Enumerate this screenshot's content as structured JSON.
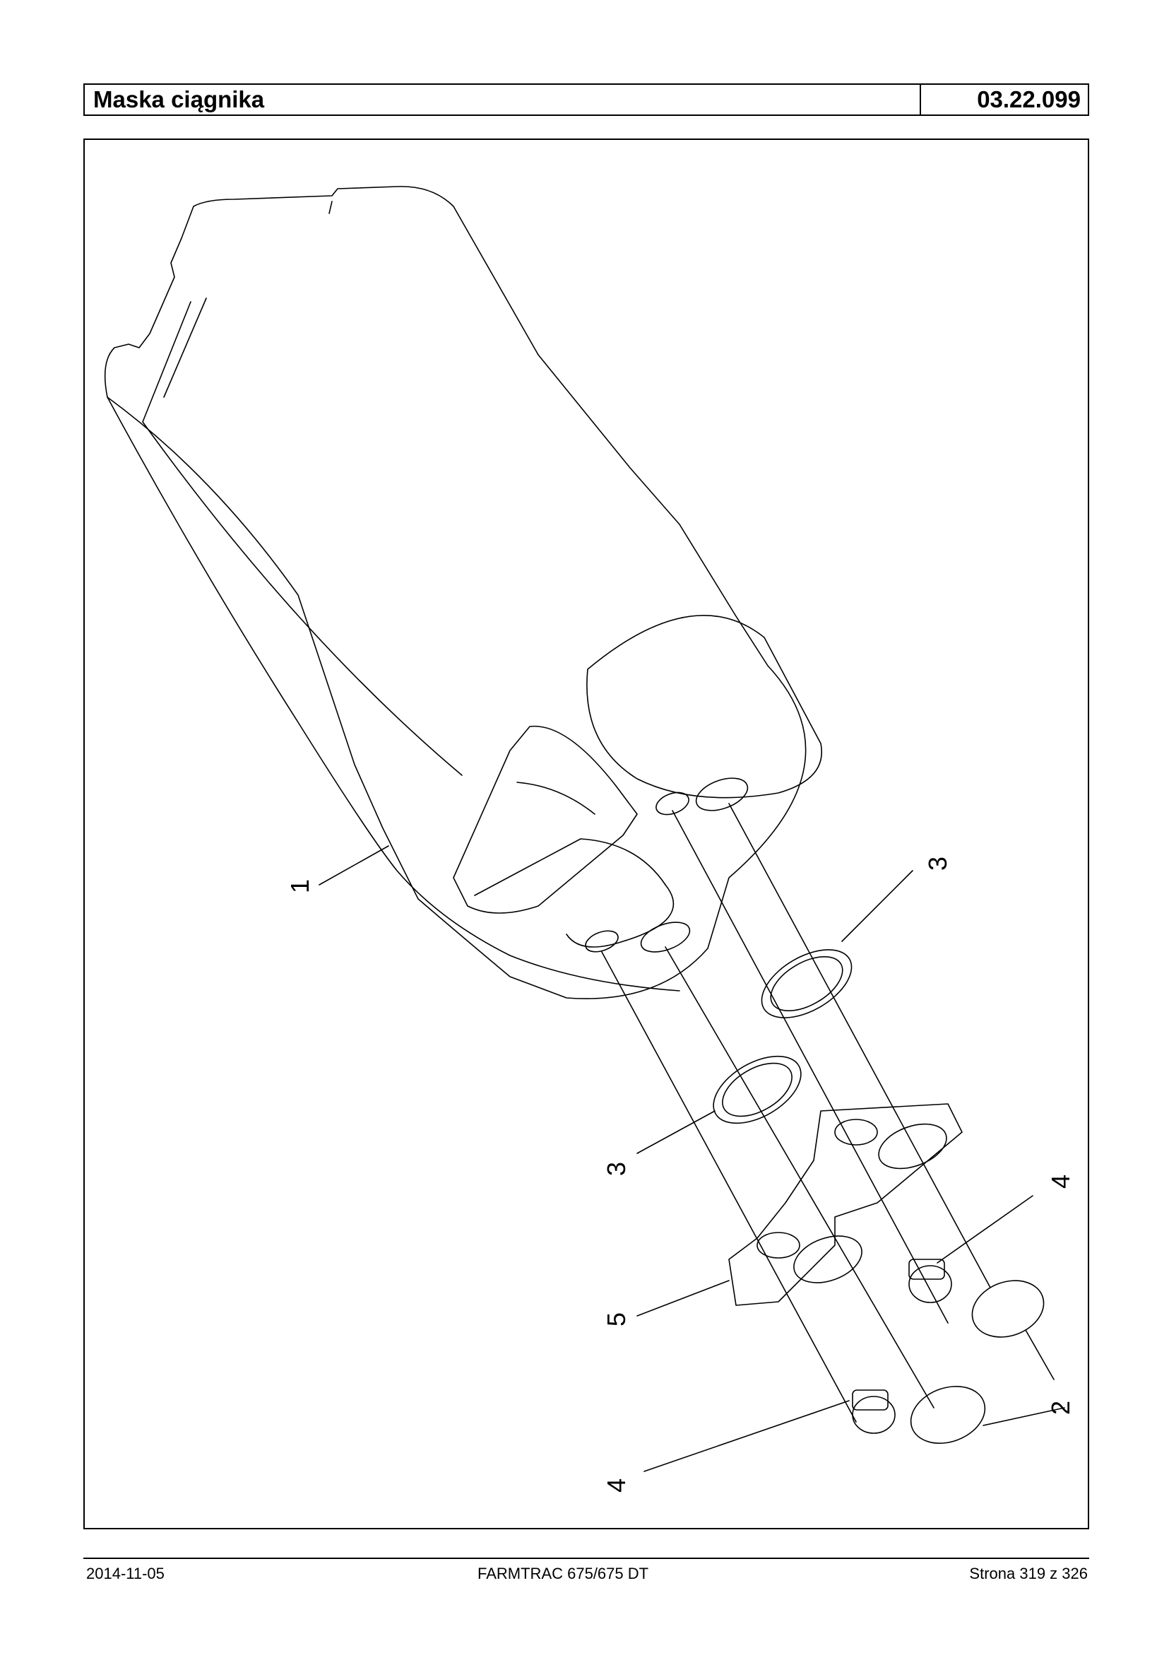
{
  "header": {
    "title": "Maska ciągnika",
    "code": "03.22.099"
  },
  "drawing": {
    "callouts": [
      "1",
      "2",
      "3",
      "3",
      "4",
      "4",
      "5"
    ]
  },
  "footer": {
    "date": "2014-11-05",
    "model": "FARMTRAC 675/675 DT",
    "page": "Strona 319 z 326"
  }
}
